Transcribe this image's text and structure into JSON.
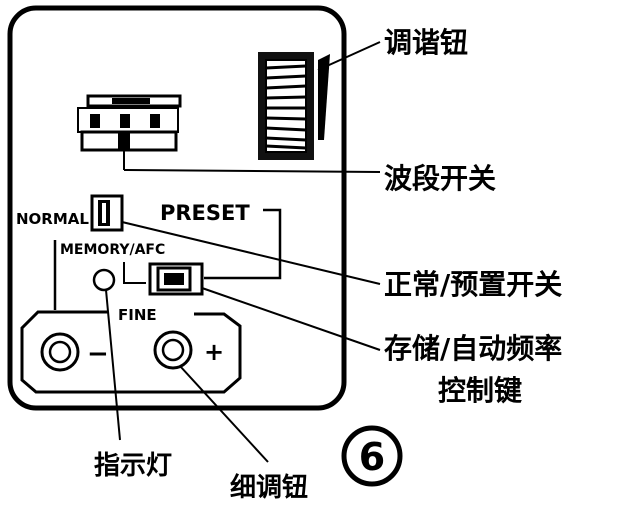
{
  "panel": {
    "normal_label": "NORMAL",
    "preset_label": "PRESET",
    "memory_afc_label": "MEMORY/AFC",
    "fine_label": "FINE",
    "minus_sign": "−",
    "plus_sign": "+"
  },
  "callouts": {
    "tuning_knob": "调谐钮",
    "band_switch": "波段开关",
    "normal_preset_switch": "正常/预置开关",
    "memory_afc_line1": "存储/自动频率",
    "memory_afc_line2": "控制键",
    "indicator_lamp": "指示灯",
    "fine_tuning_knob": "细调钮"
  },
  "figure_number": "6"
}
